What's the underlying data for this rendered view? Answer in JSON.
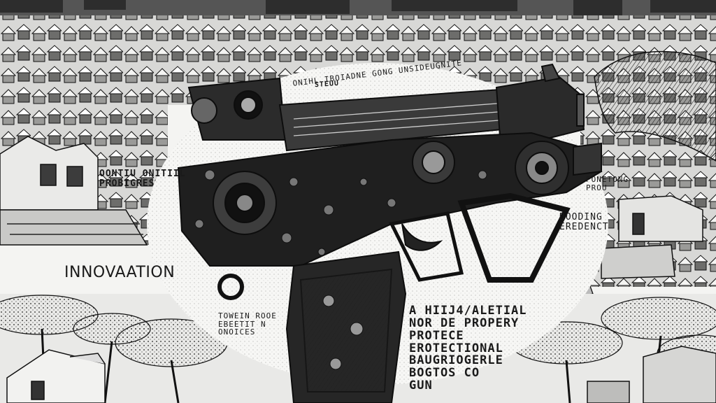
{
  "artwork": {
    "style": "black-and-white pen-and-ink illustration",
    "palette": {
      "ink": "#111111",
      "paper": "#f4f4f2",
      "midtone": "#8a8a8a"
    }
  },
  "captions": {
    "top_sign": "STEUU",
    "top_arc": "ONIHL IBOIADNE GONG UNSIDEUGNITE",
    "left_block": "OONTIU ONITIIL\nPROBIGRES",
    "innovation": "INNOVAATION",
    "mid_left": "TOWEIN ROOE\nEBEETIT N\nONOICES",
    "right_top": "PONETONG\nPROU",
    "right_mid": "DOODING\nEREDENCT",
    "center_bottom": "A HIIJ4/ALETIAL\nNOR DE PROPERY\nPROTECE\nEROTECTIONAL\nBAUGRIOGERLE\nBOGTOS CO\nGUN"
  }
}
